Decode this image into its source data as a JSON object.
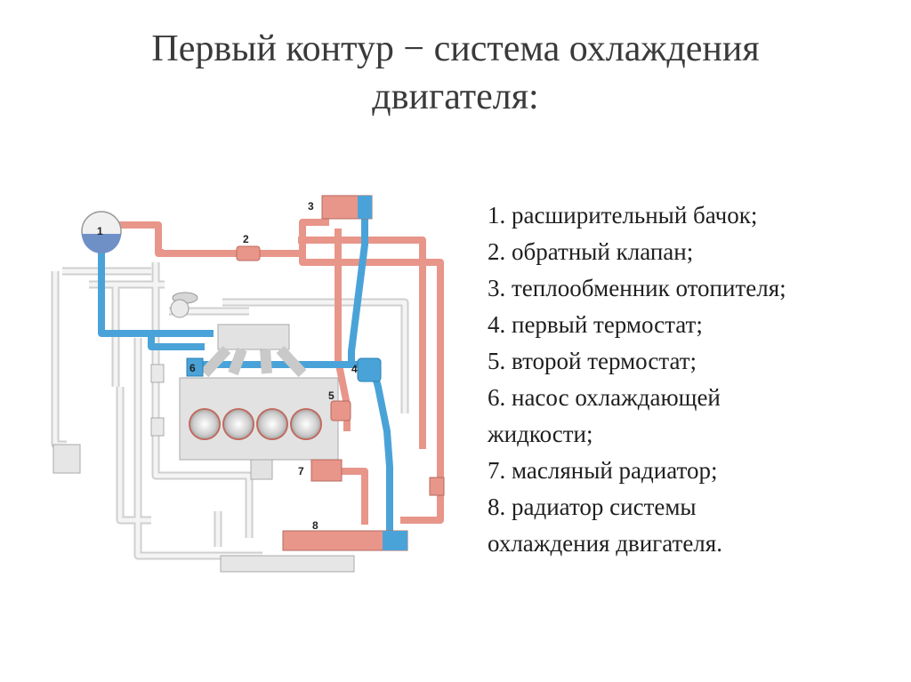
{
  "title": {
    "line1": "Первый контур − система охлаждения",
    "line2": "двигателя:"
  },
  "legend": [
    {
      "text": "1.  расширительный бачок;"
    },
    {
      "text": "2.  обратный клапан;"
    },
    {
      "text": "3.  теплообменник отопителя;"
    },
    {
      "text": "4.  первый термостат;"
    },
    {
      "text": "5.  второй термостат;"
    },
    {
      "text": "6.  насос охлаждающей"
    },
    {
      "text": "жидкости;"
    },
    {
      "text": "7.  масляный радиатор;"
    },
    {
      "text": "8.  радиатор системы"
    },
    {
      "text": "охлаждения двигателя."
    }
  ],
  "diagram_labels": {
    "n1": "1",
    "n2": "2",
    "n3": "3",
    "n4": "4",
    "n5": "5",
    "n6": "6",
    "n7": "7",
    "n8": "8"
  },
  "colors": {
    "hot_pipe": "#e8958a",
    "cold_pipe": "#4aa3d8",
    "neutral_pipe": "#e4e4e4",
    "engine": "#e2e2e2"
  }
}
